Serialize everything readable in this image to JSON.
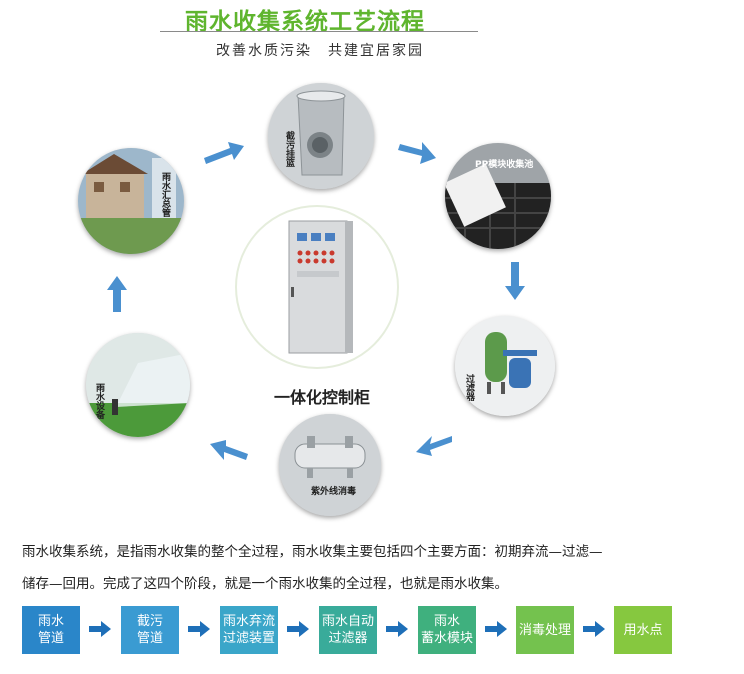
{
  "title": "雨水收集系统工艺流程",
  "subtitle": "改善水质污染　共建宜居家园",
  "center_label": "一体化控制柜",
  "stages": [
    {
      "name": "截污挂篮"
    },
    {
      "name": "PP模块收集池"
    },
    {
      "name": "过滤器"
    },
    {
      "name": "紫外线消毒"
    },
    {
      "name": "雨水设备"
    },
    {
      "name": "雨水汇总管"
    }
  ],
  "description": {
    "line1": "雨水收集系统，是指雨水收集的整个全过程，雨水收集主要包括四个主要方面：初期弃流—过滤—",
    "line2": "储存—回用。完成了这四个阶段，就是一个雨水收集的全过程，也就是雨水收集。"
  },
  "flow_steps": [
    {
      "label": "雨水\n管道",
      "color": "#2a86c9"
    },
    {
      "label": "截污\n管道",
      "color": "#3a9bd2"
    },
    {
      "label": "雨水弃流\n过滤装置",
      "color": "#3aa6c9"
    },
    {
      "label": "雨水自动\n过滤器",
      "color": "#39ab9a"
    },
    {
      "label": "雨水\n蓄水模块",
      "color": "#3fb07e"
    },
    {
      "label": "消毒处理",
      "color": "#74c24e"
    },
    {
      "label": "用水点",
      "color": "#86c83f"
    }
  ],
  "colors": {
    "title": "#5fb52e",
    "arrow": "#4a90cf",
    "flow_arrow": "#1e6fb8"
  }
}
